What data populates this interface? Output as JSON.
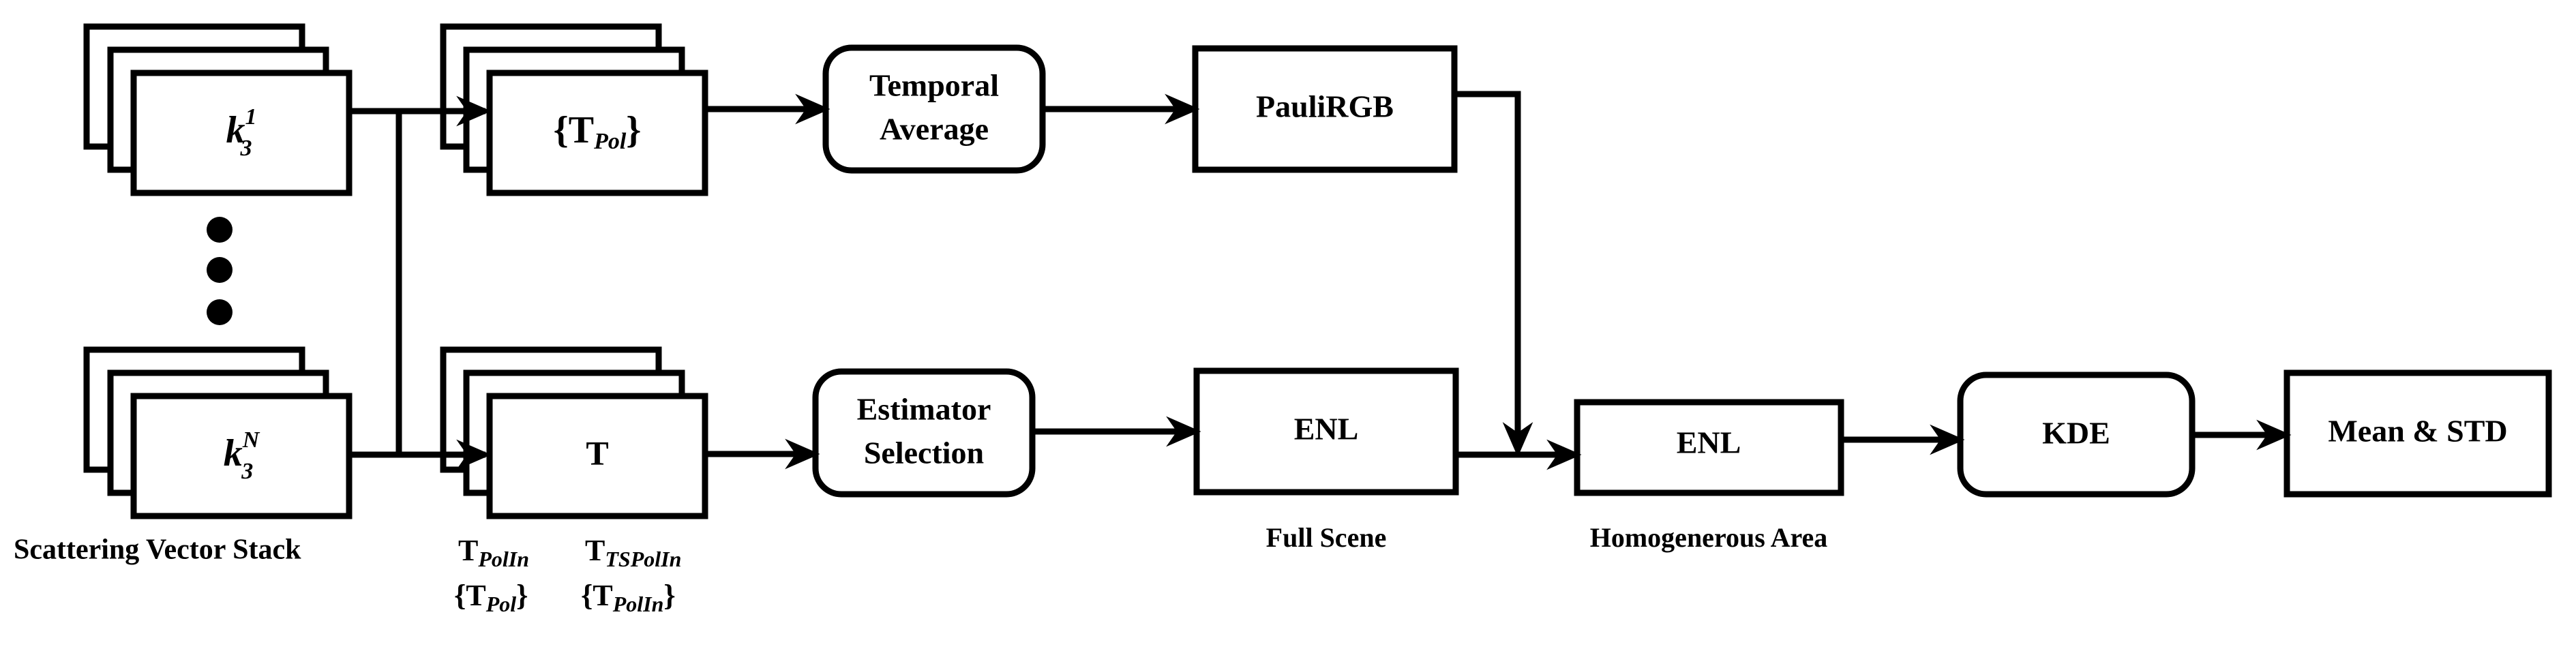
{
  "diagram": {
    "title": "PolInSAR ENL estimation processing chain",
    "background_color": "#ffffff",
    "line_color": "#000000",
    "nodes": {
      "k3_first": {
        "base": "k",
        "sub": "3",
        "sup": "1"
      },
      "k3_last": {
        "base": "k",
        "sub": "3",
        "sup": "N"
      },
      "t_pol_stack": {
        "prefix": "{T",
        "sub": "Pol",
        "suffix": "}"
      },
      "t_stack": {
        "label": "T"
      },
      "temporal_average": {
        "line1": "Temporal",
        "line2": "Average"
      },
      "pauli_rgb": {
        "label": "PauliRGB"
      },
      "estimator_selection": {
        "line1": "Estimator",
        "line2": "Selection"
      },
      "enl_full_scene": {
        "label": "ENL"
      },
      "enl_homogeneous": {
        "label": "ENL"
      },
      "kde": {
        "label": "KDE"
      },
      "mean_std": {
        "label": "Mean & STD"
      }
    },
    "captions": {
      "scattering_vector_stack": "Scattering Vector Stack",
      "full_scene": "Full Scene",
      "homogeneous_area": "Homogenerous Area"
    },
    "matrix_labels": {
      "col1_top": {
        "base": "T",
        "sub": "PolIn"
      },
      "col1_bottom": {
        "prefix": "{T",
        "sub": "Pol",
        "suffix": "}"
      },
      "col2_top": {
        "base": "T",
        "sub": "TSPolIn"
      },
      "col2_bottom": {
        "prefix": "{T",
        "sub": "PolIn",
        "suffix": "}"
      }
    },
    "ellipsis": {
      "symbol": "vertical-three-dots",
      "count": 3
    }
  }
}
